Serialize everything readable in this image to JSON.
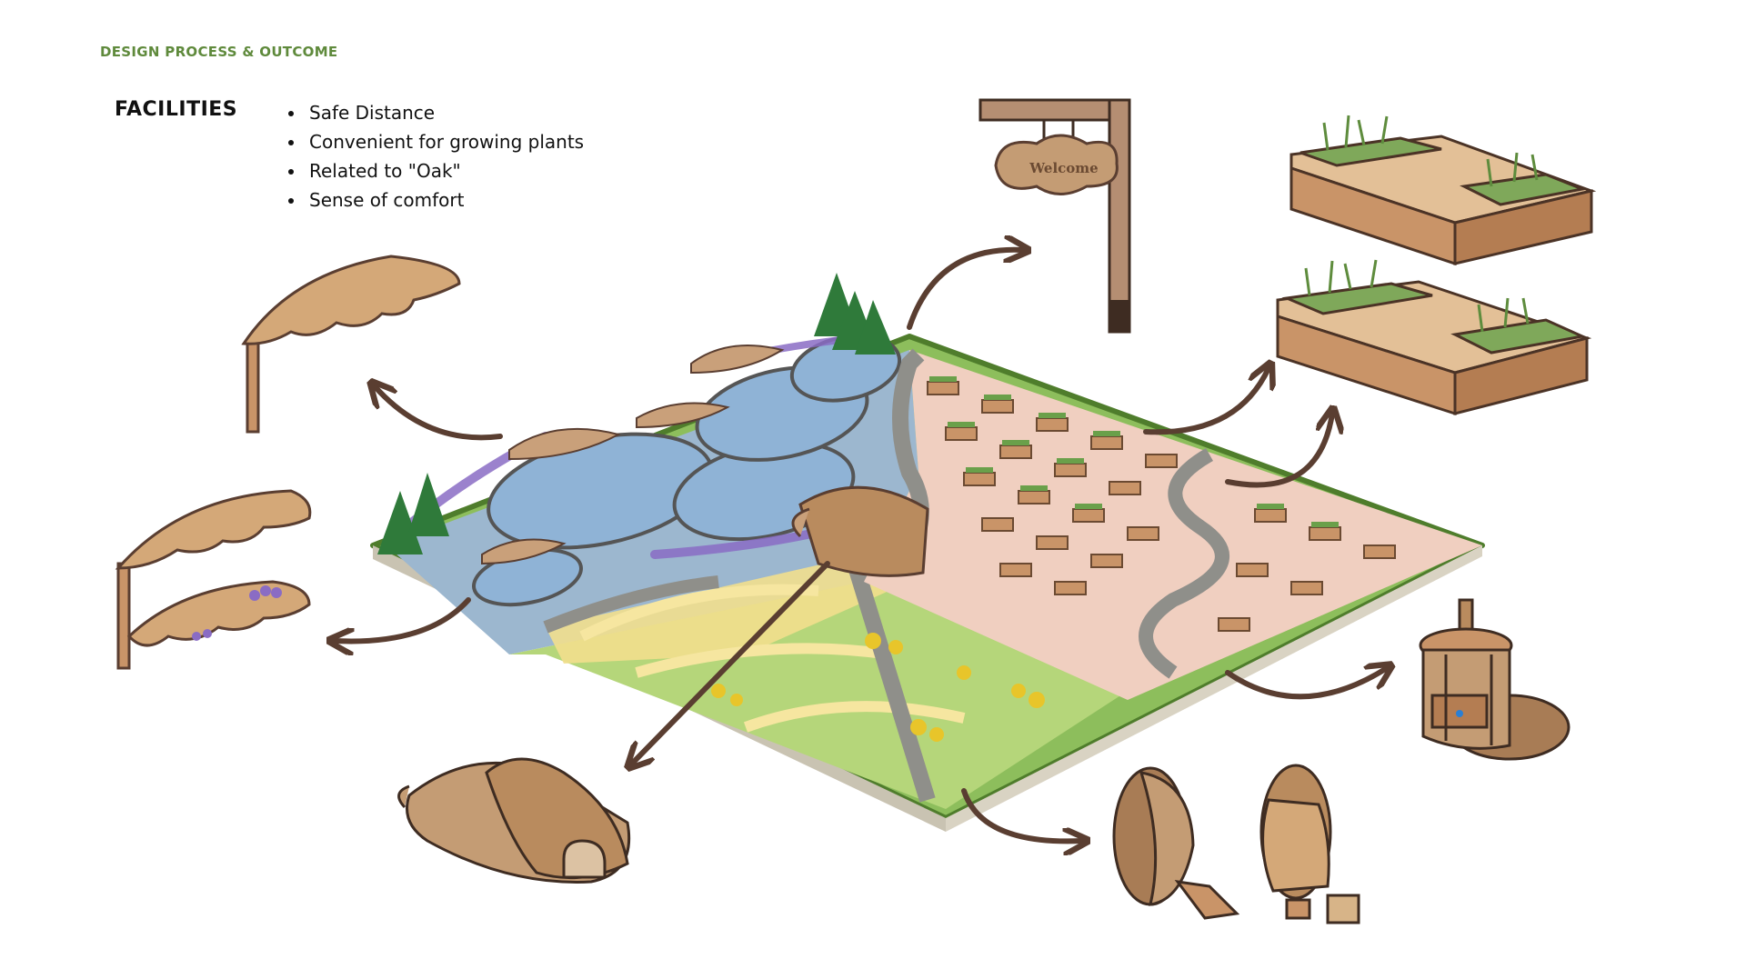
{
  "header": {
    "section_label": "DESIGN PROCESS & OUTCOME"
  },
  "facilities": {
    "heading": "FACILITIES",
    "items": [
      "Safe Distance",
      "Convenient for growing plants",
      "Related to \"Oak\"",
      "Sense of comfort"
    ]
  },
  "sign": {
    "text": "Welcome"
  },
  "colors": {
    "accent_green": "#5f8a3c",
    "wood": "#b98b5e",
    "wood_dark": "#7a5236",
    "pond": "#8fb3d6",
    "path": "#8f8f8a",
    "lawn": "#a9cf6a",
    "sand_field": "#f0cfc0",
    "arrow": "#5a3e31"
  }
}
